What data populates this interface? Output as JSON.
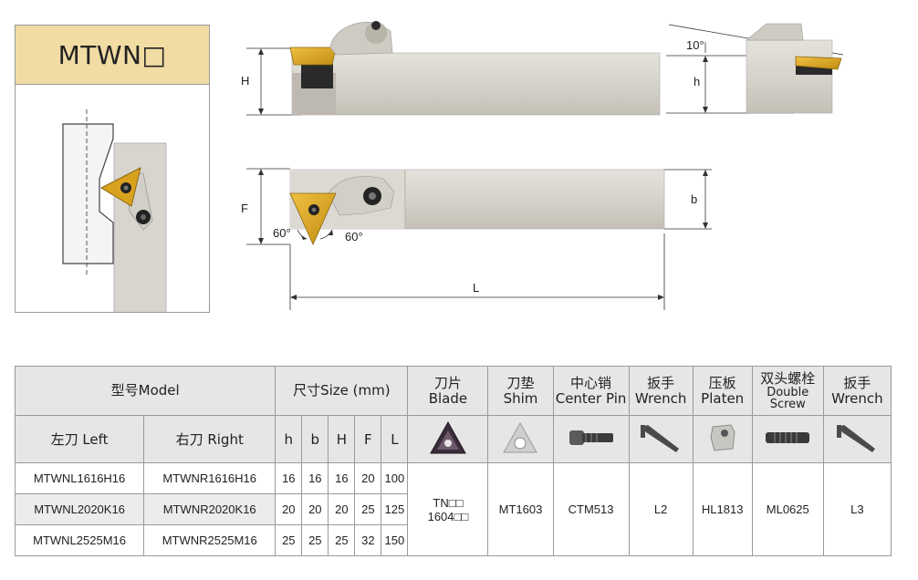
{
  "card": {
    "title": "MTWN□"
  },
  "dims": {
    "H": "H",
    "h": "h",
    "F": "F",
    "b": "b",
    "L": "L",
    "angle_top": "10°",
    "angle_left": "60°",
    "angle_right": "60°"
  },
  "table": {
    "model_label": "型号Model",
    "size_label": "尺寸Size (mm)",
    "left_label": "左刀 Left",
    "right_label": "右刀 Right",
    "cols": [
      "h",
      "b",
      "H",
      "F",
      "L"
    ],
    "parts": [
      {
        "cn": "刀片",
        "en": "Blade",
        "icon": "blade-insert-icon"
      },
      {
        "cn": "刀垫",
        "en": "Shim",
        "icon": "shim-icon"
      },
      {
        "cn": "中心销",
        "en": "Center Pin",
        "icon": "center-pin-icon"
      },
      {
        "cn": "扳手",
        "en": "Wrench",
        "icon": "wrench-icon"
      },
      {
        "cn": "压板",
        "en": "Platen",
        "icon": "platen-icon"
      },
      {
        "cn": "双头螺栓",
        "en": "Double Screw",
        "icon": "double-screw-icon"
      },
      {
        "cn": "扳手",
        "en": "Wrench",
        "icon": "wrench-icon"
      }
    ],
    "rows": [
      {
        "left": "MTWNL1616H16",
        "right": "MTWNR1616H16",
        "h": "16",
        "b": "16",
        "H": "16",
        "F": "20",
        "L": "100"
      },
      {
        "left": "MTWNL2020K16",
        "right": "MTWNR2020K16",
        "h": "20",
        "b": "20",
        "H": "20",
        "F": "25",
        "L": "125"
      },
      {
        "left": "MTWNL2525M16",
        "right": "MTWNR2525M16",
        "h": "25",
        "b": "25",
        "H": "25",
        "F": "32",
        "L": "150"
      }
    ],
    "shared": {
      "blade_line1": "TN□□",
      "blade_line2": "1604□□",
      "shim": "MT1603",
      "center_pin": "CTM513",
      "wrench1": "L2",
      "platen": "HL1813",
      "double_screw": "ML0625",
      "wrench2": "L3"
    }
  },
  "colors": {
    "card_title_bg": "#f1dca4",
    "insert_gold": "#d9a21e",
    "holder_gray": "#d9d6cf",
    "header_bg": "#e6e6e6"
  }
}
